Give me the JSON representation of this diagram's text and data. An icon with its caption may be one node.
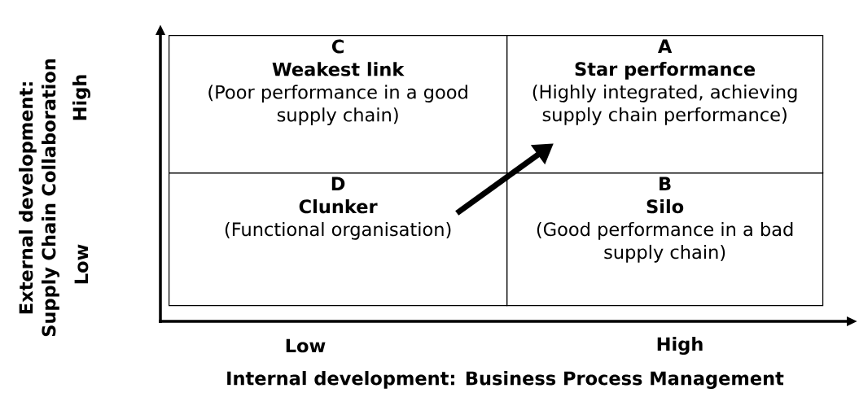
{
  "diagram": {
    "nodes": [
      {
        "text": [
          "C",
          "Weakest link",
          "(Poor performance in a good supply chain)"
        ]
      },
      {
        "text": [
          "A",
          "Star performance",
          "(Highly integrated, achieving supply chain performance)"
        ]
      },
      {
        "text": [
          "D",
          "Clunker",
          "(Functional organisation)"
        ]
      },
      {
        "text": [
          "B",
          "Silo",
          "(Good performance in a bad supply chain)"
        ]
      }
    ],
    "edges": [
      {
        "from": 2,
        "to": 1,
        "arrow": "to"
      }
    ],
    "labels": [
      "External development: Supply Chain Collaboration",
      "High",
      "Low",
      "Low",
      "High",
      "Internal development: Business Process Management"
    ]
  }
}
